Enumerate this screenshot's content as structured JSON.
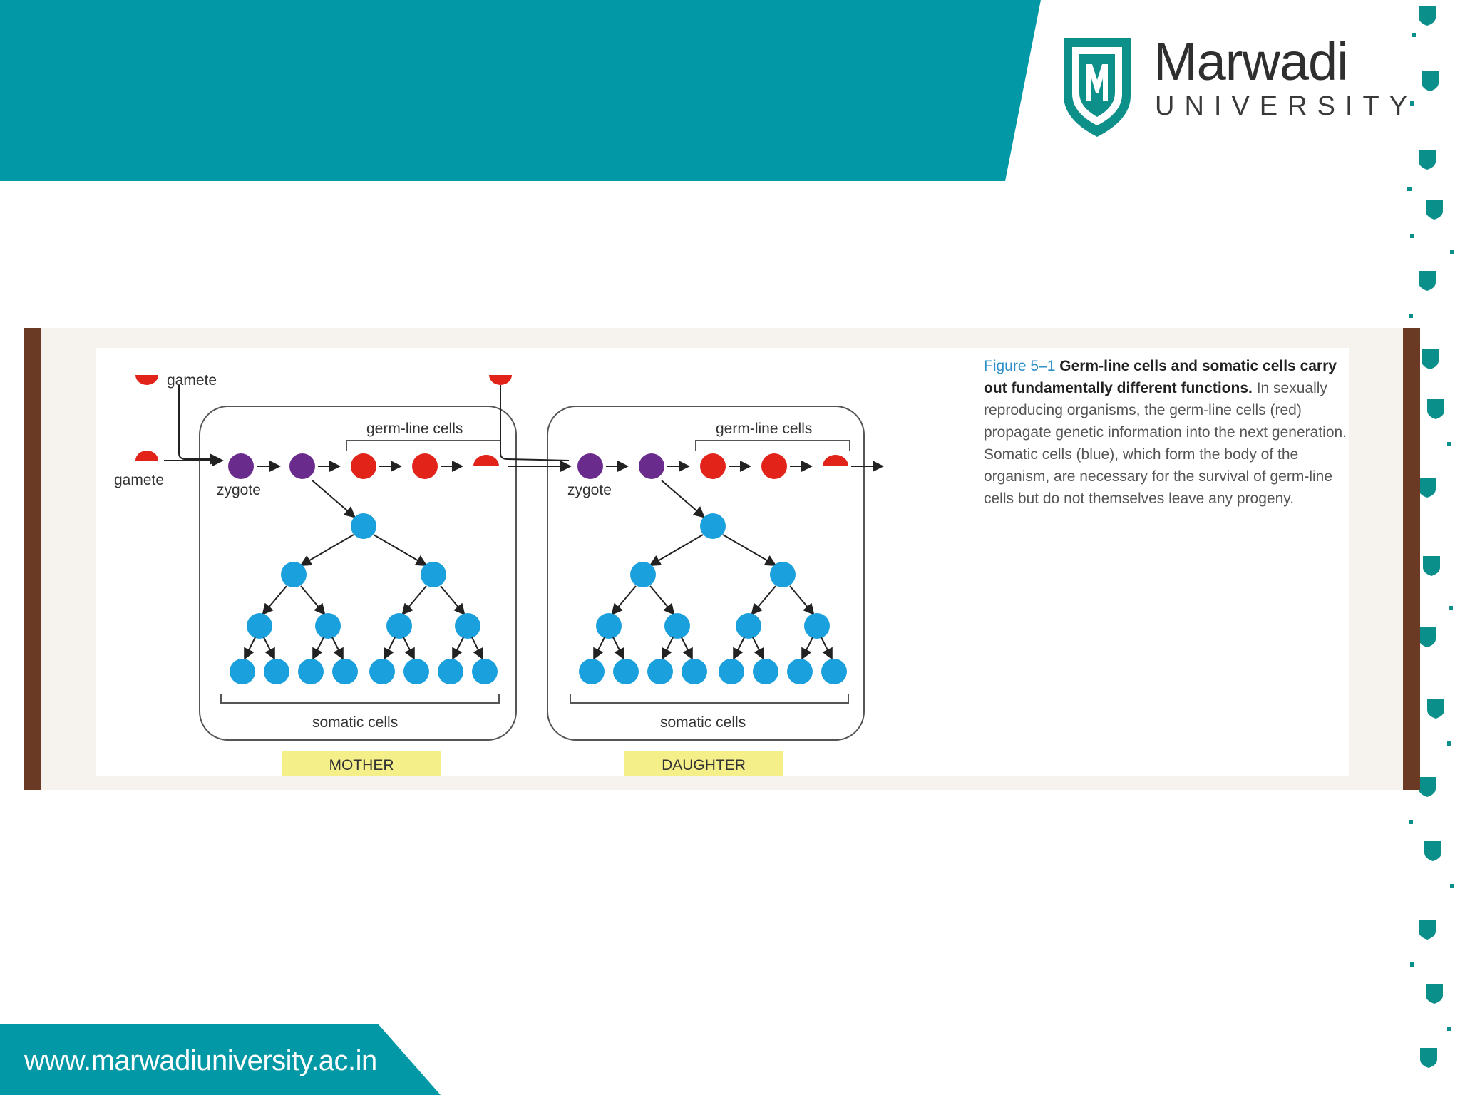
{
  "brand": {
    "name": "Marwadi",
    "subtitle": "UNIVERSITY",
    "teal": "#0398a6",
    "logo_icon": "shield-m-icon"
  },
  "footer": {
    "url": "www.marwadiuniversity.ac.in"
  },
  "diagram": {
    "labels": {
      "gamete_top": "gamete",
      "gamete_left": "gamete",
      "zygote": "zygote",
      "germ_line": "germ-line cells",
      "somatic": "somatic cells",
      "mother": "MOTHER",
      "daughter": "DAUGHTER"
    },
    "colors": {
      "germ": "#e2231a",
      "zygote": "#6a2c8c",
      "somatic": "#1aa0dc",
      "label_bg": "#f5ef8a"
    }
  },
  "caption": {
    "figure": "Figure 5–1",
    "title": "Germ-line cells and somatic cells carry out fundamentally different functions.",
    "body": "In sexually reproducing organisms, the germ-line cells (red) propagate genetic information into the next generation. Somatic cells (blue), which form the body of the organism, are necessary for the survival of germ-line cells but do not themselves leave any progeny."
  }
}
